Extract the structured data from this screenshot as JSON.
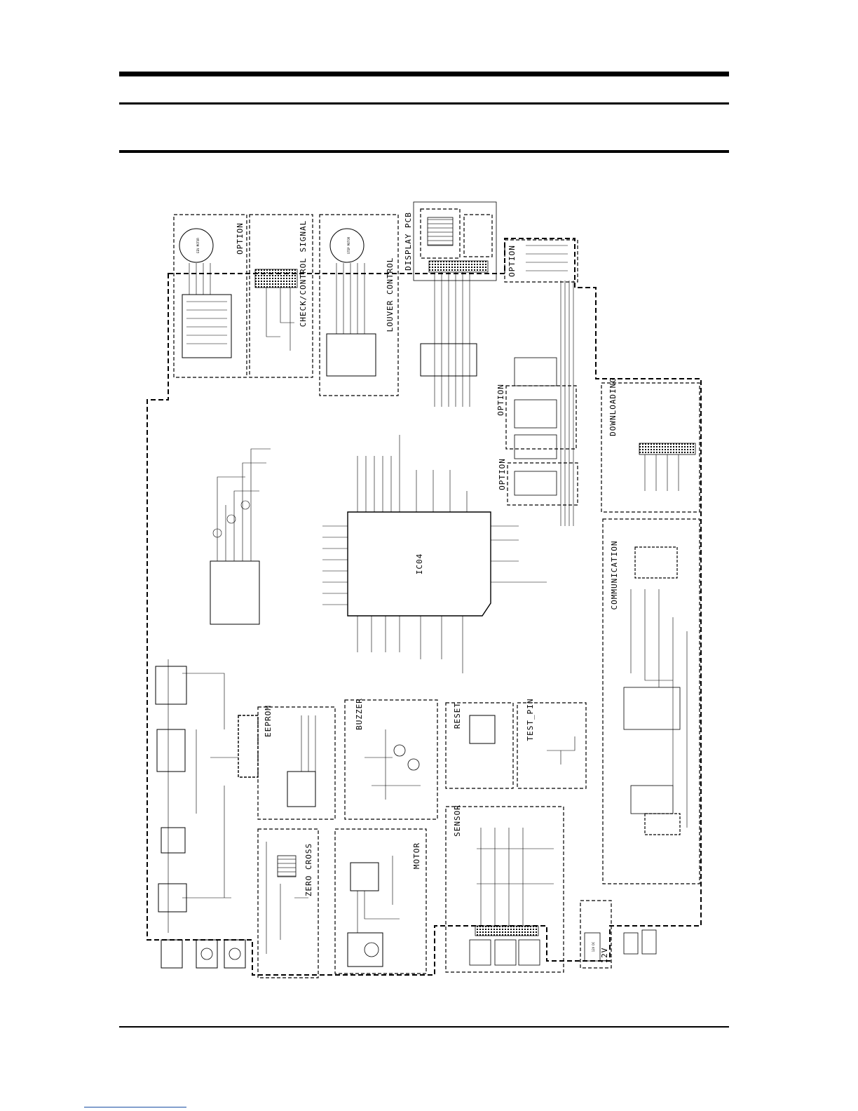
{
  "blocks": {
    "option_top": "OPTION",
    "eev_motor": "EEV MOTOR",
    "check_control": "CHECK/CONTROL SIGNAL",
    "step_motor": "STEP MOTOR",
    "louver_control": "LOUVER CONTROL",
    "display_pcb": "DISPLAY PCB",
    "option_right_top": "OPTION",
    "option_right_mid": "OPTION",
    "option_right_low": "OPTION",
    "downloading": "DOWNLOADING",
    "communication": "COMMUNICATION",
    "mcu": "IC04",
    "eeprom": "EEPROM",
    "buzzer": "BUZZER",
    "reset": "RESET",
    "test_pin": "TEST_PIN",
    "sensor": "SENSOR",
    "zero_cross": "ZERO CROSS",
    "motor": "MOTOR",
    "power_12v": "12V",
    "power_12v_dc": "12V DC"
  },
  "colors": {
    "ink": "#000000",
    "footer_link": "#1a4fa3"
  }
}
